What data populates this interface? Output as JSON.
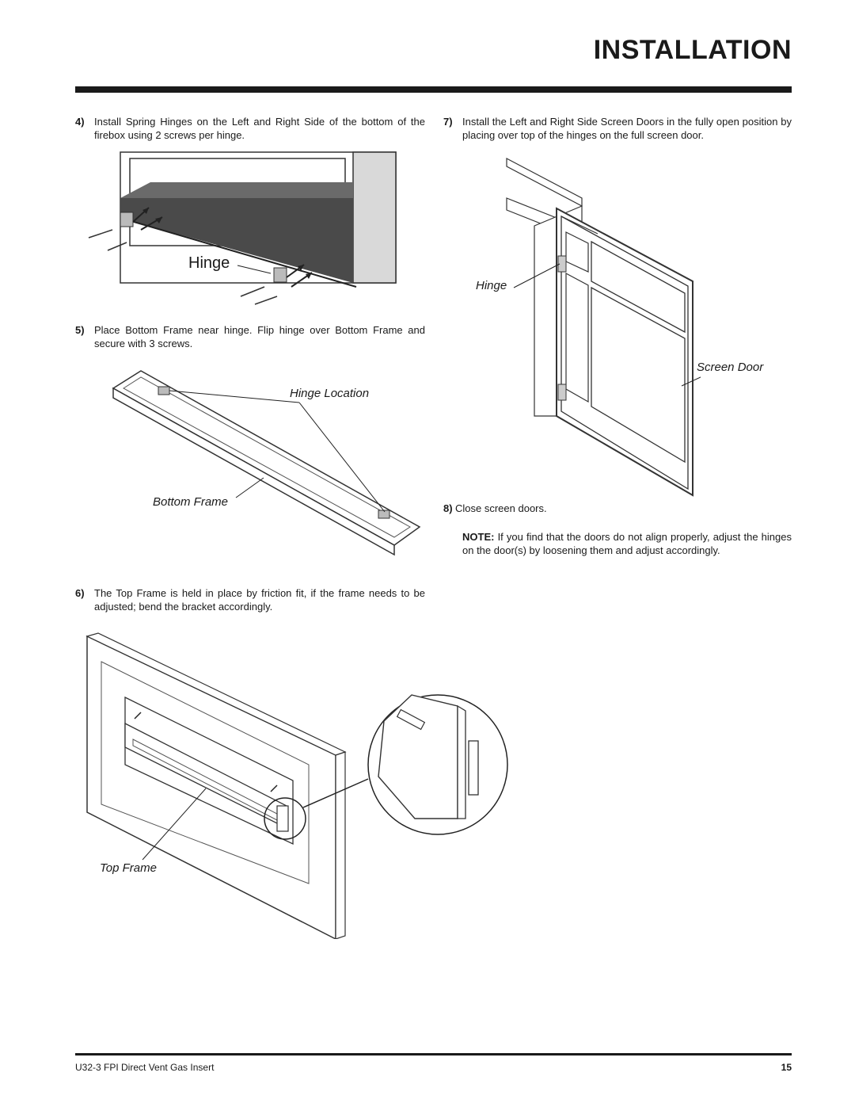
{
  "header": {
    "title": "INSTALLATION"
  },
  "steps": {
    "s4": {
      "num": "4)",
      "text": "Install Spring Hinges on the Left and Right Side of the bottom of the firebox using 2 screws per hinge."
    },
    "s5": {
      "num": "5)",
      "text": "Place Bottom Frame near hinge. Flip hinge over Bottom Frame and secure with 3 screws."
    },
    "s6": {
      "num": "6)",
      "text": "The Top Frame is held in place by friction fit, if the frame needs to be adjusted; bend the bracket accordingly."
    },
    "s7": {
      "num": "7)",
      "text": "Install the Left and Right Side Screen Doors in the fully open position by placing over top of the hinges on the full screen door."
    },
    "s8": {
      "num": "8)",
      "text": "Close screen doors."
    }
  },
  "note": {
    "label": "NOTE:",
    "text": " If you find that the doors do not align properly, adjust the hinges on the door(s) by loosening them and adjust accordingly."
  },
  "figures": {
    "hinge_fig": {
      "label": "Hinge"
    },
    "bottom_frame_fig": {
      "hinge_location": "Hinge Location",
      "bottom_frame": "Bottom Frame"
    },
    "top_frame_fig": {
      "top_frame": "Top Frame"
    },
    "screen_door_fig": {
      "hinge": "Hinge",
      "screen_door": "Screen Door"
    }
  },
  "footer": {
    "doc_title": "U32-3 FPI Direct Vent Gas Insert",
    "page_number": "15"
  }
}
